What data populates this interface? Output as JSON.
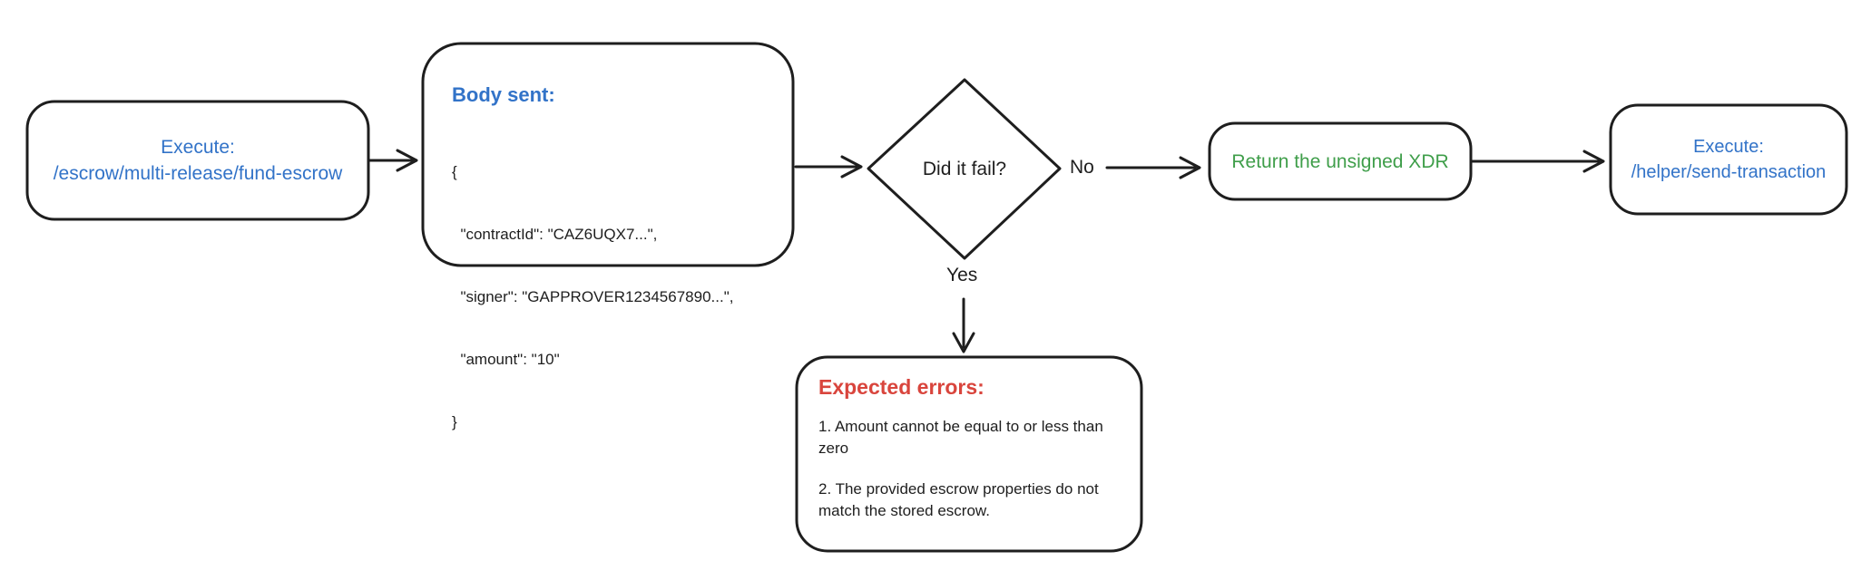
{
  "diagram": {
    "node_execute_fund_escrow": {
      "title": "Execute:",
      "path": "/escrow/multi-release/fund-escrow"
    },
    "node_body_sent": {
      "title": "Body sent:",
      "json_lines": [
        "{",
        "  \"contractId\": \"CAZ6UQX7...\",",
        "  \"signer\": \"GAPPROVER1234567890...\",",
        "  \"amount\": \"10\"",
        "}"
      ]
    },
    "decision": {
      "label": "Did it fail?"
    },
    "edge_no": {
      "label": "No"
    },
    "edge_yes": {
      "label": "Yes"
    },
    "node_return_xdr": {
      "label": "Return the unsigned XDR"
    },
    "node_execute_send_transaction": {
      "title": "Execute:",
      "path": "/helper/send-transaction"
    },
    "node_expected_errors": {
      "title": "Expected errors:",
      "items": [
        "1. Amount cannot be equal to or less than zero",
        "2. The provided escrow properties do not match the stored escrow."
      ]
    },
    "colors": {
      "stroke": "#1e1e1e",
      "blue": "#3273c8",
      "green": "#3f9e4a",
      "red": "#d9453d",
      "bg": "#ffffff"
    }
  }
}
